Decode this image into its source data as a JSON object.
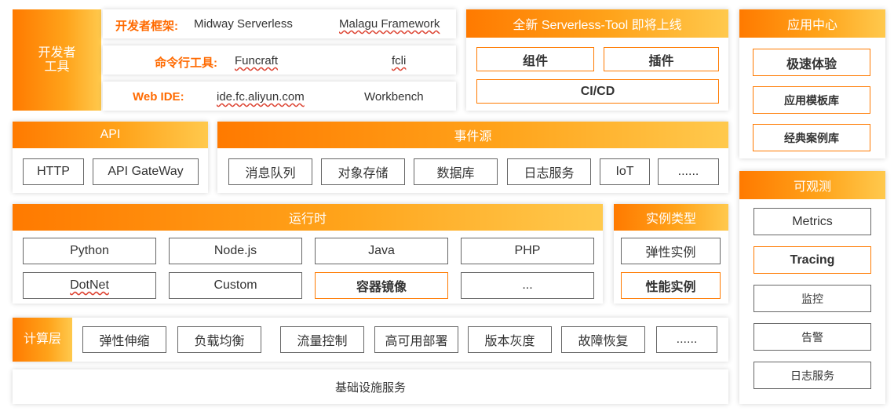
{
  "dev_tools": {
    "label_lines": [
      "开发者",
      "工具"
    ],
    "rows": [
      {
        "key": "开发者框架:",
        "items": [
          "Midway Serverless",
          "Malagu Framework"
        ]
      },
      {
        "key": "命令行工具:",
        "items": [
          "Funcraft",
          "fcli"
        ]
      },
      {
        "key": "Web IDE:",
        "items": [
          "ide.fc.aliyun.com",
          "Workbench"
        ]
      }
    ]
  },
  "serverless_tool": {
    "title": "全新 Serverless-Tool 即将上线",
    "items": [
      "组件",
      "插件",
      "CI/CD"
    ]
  },
  "app_center": {
    "title": "应用中心",
    "items": [
      "极速体验",
      "应用模板库",
      "经典案例库"
    ]
  },
  "api": {
    "title": "API",
    "items": [
      "HTTP",
      "API GateWay"
    ]
  },
  "event_source": {
    "title": "事件源",
    "items": [
      "消息队列",
      "对象存储",
      "数据库",
      "日志服务",
      "IoT",
      "......"
    ]
  },
  "observability": {
    "title": "可观测",
    "items": [
      "Metrics",
      "Tracing",
      "监控",
      "告警",
      "日志服务"
    ]
  },
  "runtime": {
    "title": "运行时",
    "items": [
      "Python",
      "Node.js",
      "Java",
      "PHP",
      "DotNet",
      "Custom",
      "容器镜像",
      "..."
    ]
  },
  "instance_type": {
    "title": "实例类型",
    "items": [
      "弹性实例",
      "性能实例"
    ]
  },
  "compute": {
    "label": "计算层",
    "items": [
      "弹性伸缩",
      "负载均衡",
      "流量控制",
      "高可用部署",
      "版本灰度",
      "故障恢复",
      "......"
    ]
  },
  "infra": {
    "label": "基础设施服务"
  }
}
